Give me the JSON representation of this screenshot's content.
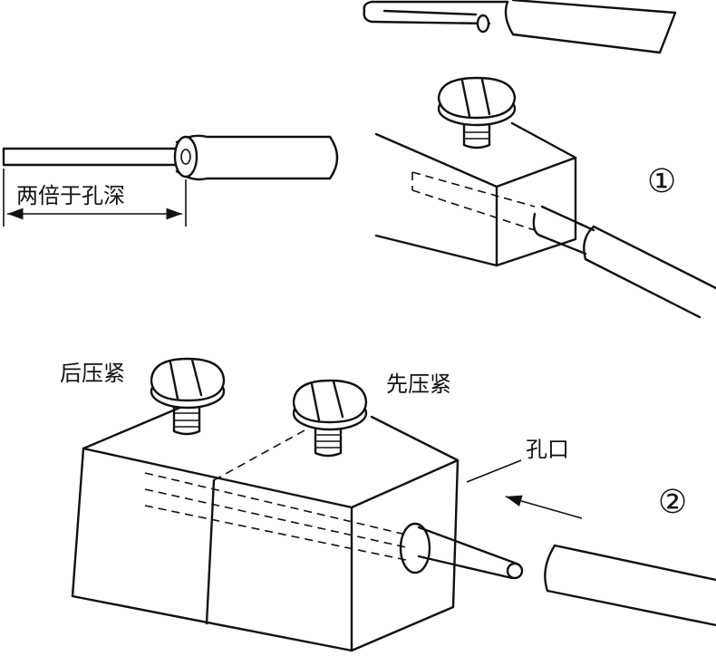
{
  "figure": {
    "labels": {
      "double_hole_depth": "两倍于孔深",
      "tighten_last": "后压紧",
      "tighten_first": "先压紧",
      "hole_opening": "孔口"
    },
    "step_markers": [
      "①",
      "②"
    ]
  },
  "colors": {
    "ink": "#111111",
    "paper": "#ffffff"
  }
}
